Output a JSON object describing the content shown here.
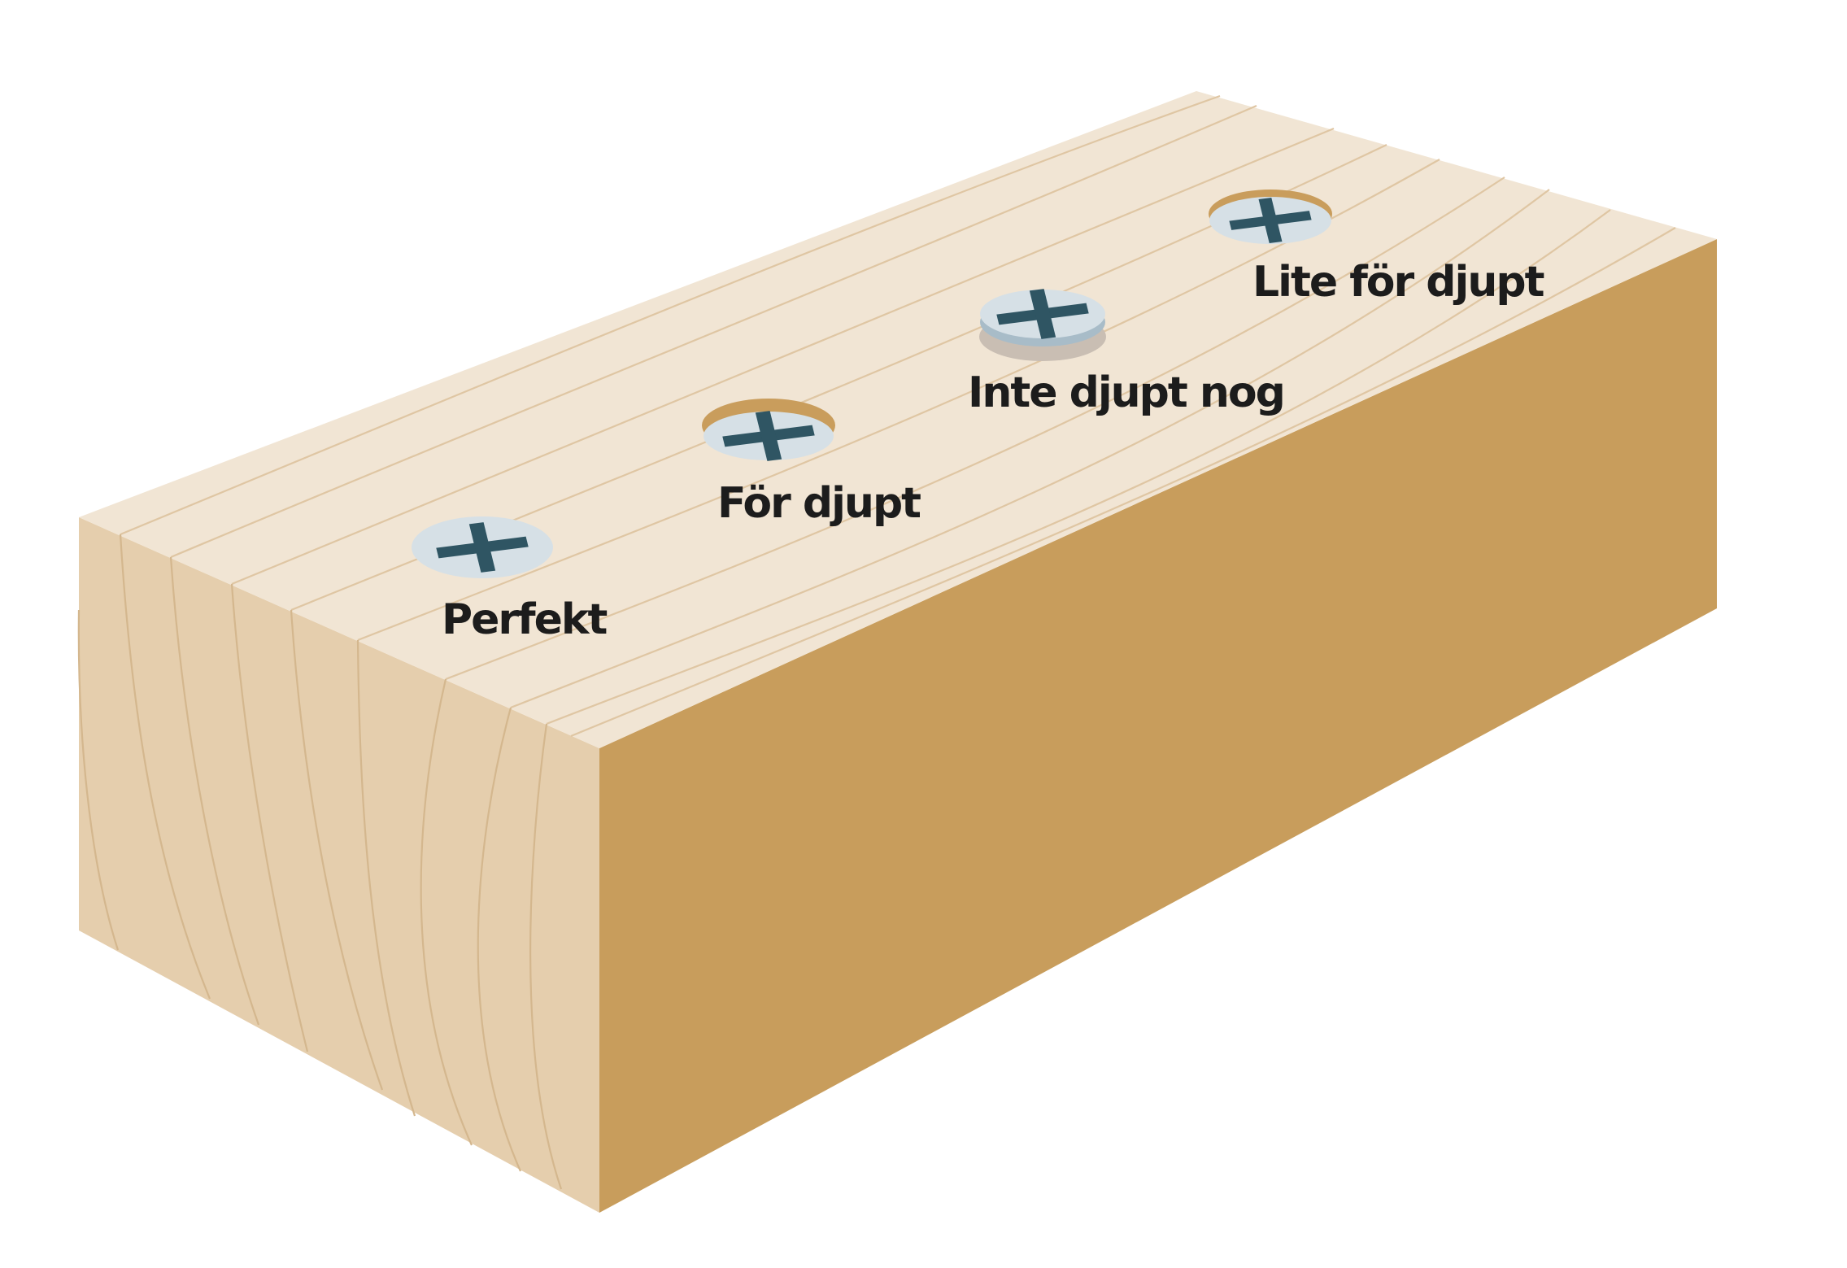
{
  "screws": [
    {
      "id": "perfekt",
      "label": "Perfekt",
      "state": "flush"
    },
    {
      "id": "for-djupt",
      "label": "För djupt",
      "state": "too-deep"
    },
    {
      "id": "inte-djupt-nog",
      "label": "Inte djupt nog",
      "state": "not-deep-enough"
    },
    {
      "id": "lite-for-djupt",
      "label": "Lite för djupt",
      "state": "slightly-too-deep"
    }
  ],
  "colors": {
    "top_face": "#f1e5d4",
    "end_face": "#e5cead",
    "side_face": "#c89d5c",
    "screw_head": "#d6e0e6",
    "screw_cross": "#2f5563",
    "label_text": "#1c1c1c"
  }
}
